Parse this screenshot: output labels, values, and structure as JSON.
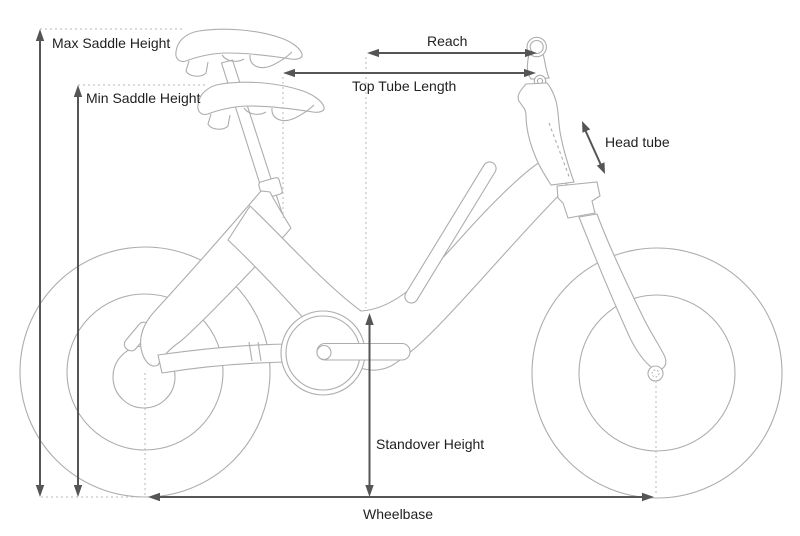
{
  "diagram": {
    "subject": "step-through e-bike side view",
    "kind": "bike geometry measurement diagram"
  },
  "labels": {
    "max_saddle_height": "Max Saddle Height",
    "min_saddle_height": "Min Saddle Height",
    "reach": "Reach",
    "top_tube_length": "Top Tube Length",
    "head_tube": "Head tube",
    "standover_height": "Standover Height",
    "wheelbase": "Wheelbase"
  },
  "colors": {
    "background": "#ffffff",
    "bike_line": "#adadad",
    "guide_line": "#b8b8b8",
    "arrow": "#555555",
    "label_text": "#1f1f1f"
  }
}
